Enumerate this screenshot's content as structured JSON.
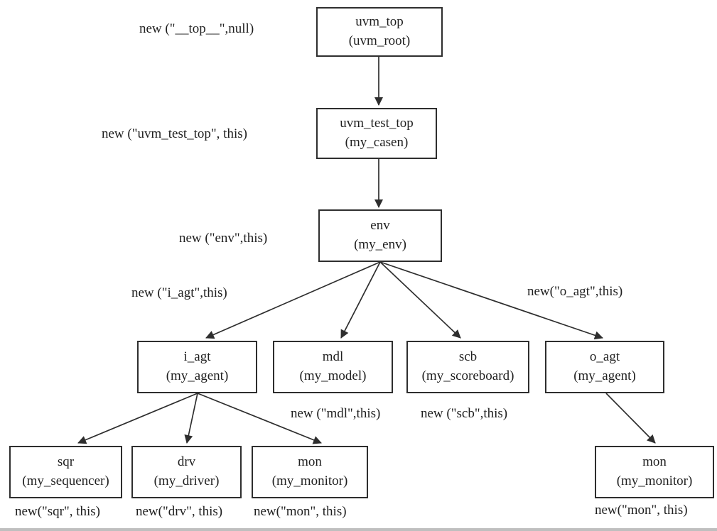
{
  "diagram_title": "uvm-component-hierarchy",
  "style": {
    "line_color": "#2e2e2e",
    "box_border_color": "#2e2e2e",
    "box_fill": "#ffffff",
    "text_color": "#1f1f1f",
    "background": "#ffffff",
    "bottom_strip_color": "#bfbfbf"
  },
  "nodes": {
    "uvm_top": {
      "instance": "uvm_top",
      "class_name": "(uvm_root)"
    },
    "uvm_test_top": {
      "instance": "uvm_test_top",
      "class_name": "(my_casen)"
    },
    "env": {
      "instance": "env",
      "class_name": "(my_env)"
    },
    "i_agt": {
      "instance": "i_agt",
      "class_name": "(my_agent)"
    },
    "mdl": {
      "instance": "mdl",
      "class_name": "(my_model)"
    },
    "scb": {
      "instance": "scb",
      "class_name": "(my_scoreboard)"
    },
    "o_agt": {
      "instance": "o_agt",
      "class_name": "(my_agent)"
    },
    "sqr": {
      "instance": "sqr",
      "class_name": "(my_sequencer)"
    },
    "drv": {
      "instance": "drv",
      "class_name": "(my_driver)"
    },
    "mon_i": {
      "instance": "mon",
      "class_name": "(my_monitor)"
    },
    "mon_o": {
      "instance": "mon",
      "class_name": "(my_monitor)"
    }
  },
  "call_labels": {
    "uvm_top": "new (\"__top__\",null)",
    "uvm_test_top": "new (\"uvm_test_top\", this)",
    "env": "new (\"env\",this)",
    "i_agt": "new (\"i_agt\",this)",
    "o_agt": "new(\"o_agt\",this)",
    "mdl": "new (\"mdl\",this)",
    "scb": "new (\"scb\",this)",
    "sqr": "new(\"sqr\", this)",
    "drv": "new(\"drv\", this)",
    "mon_i": "new(\"mon\", this)",
    "mon_o": "new(\"mon\", this)"
  }
}
